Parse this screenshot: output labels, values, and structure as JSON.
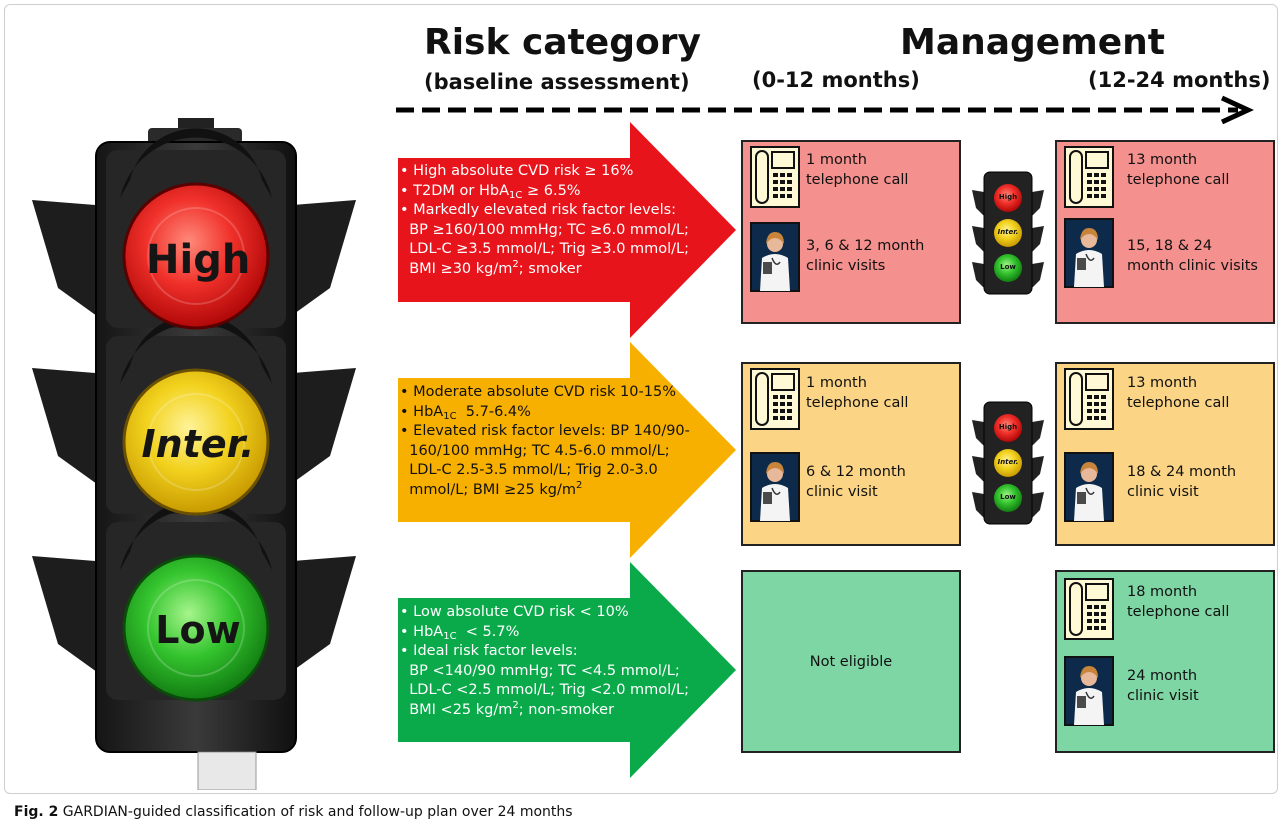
{
  "headers": {
    "risk_title": "Risk category",
    "risk_subtitle": "(baseline assessment)",
    "mgmt_title": "Management",
    "period1": "(0-12 months)",
    "period2": "(12-24 months)"
  },
  "traffic_light_labels": {
    "high": "High",
    "inter": "Inter.",
    "low": "Low"
  },
  "mini_light_labels": {
    "high": "High",
    "inter": "Inter.",
    "low": "Low"
  },
  "colors": {
    "red": "#e8141c",
    "amber": "#f8b000",
    "green": "#0aaa4a",
    "box_red": "#f4908e",
    "box_amber": "#fbd585",
    "box_green": "#7fd6a5"
  },
  "categories": {
    "high": {
      "line1": "High absolute CVD risk ≥ 16%",
      "line2_a": "T2DM or HbA",
      "line2_sub": "1C",
      "line2_b": "≥ 6.5%",
      "line3": "Markedly elevated risk factor levels:",
      "line4": "BP ≥160/100 mmHg; TC ≥6.0 mmol/L;",
      "line5": "LDL-C ≥3.5 mmol/L; Trig ≥3.0 mmol/L;",
      "line6_a": "BMI ≥30 kg/m",
      "line6_sup": "2",
      "line6_b": "; smoker"
    },
    "inter": {
      "line1": "Moderate absolute CVD risk 10-15%",
      "line2_a": "HbA",
      "line2_sub": "1C",
      "line2_b": "5.7-6.4%",
      "line3": "Elevated risk factor levels: BP 140/90-",
      "line4": "160/100 mmHg; TC 4.5-6.0 mmol/L;",
      "line5": "LDL-C 2.5-3.5 mmol/L; Trig 2.0-3.0",
      "line6_a": "mmol/L; BMI ≥25 kg/m",
      "line6_sup": "2"
    },
    "low": {
      "line1": "Low absolute CVD risk < 10%",
      "line2_a": "HbA",
      "line2_sub": "1C",
      "line2_b": "< 5.7%",
      "line3": "Ideal risk factor levels:",
      "line4": "BP <140/90 mmHg; TC <4.5 mmol/L;",
      "line5": "LDL-C <2.5 mmol/L; Trig <2.0 mmol/L;",
      "line6_a": "BMI <25 kg/m",
      "line6_sup": "2",
      "line6_b": "; non-smoker"
    }
  },
  "management": {
    "high_p1_call": [
      "1 month",
      "telephone call"
    ],
    "high_p1_visit": [
      "3, 6 & 12 month",
      "clinic visits"
    ],
    "high_p2_call": [
      "13 month",
      "telephone call"
    ],
    "high_p2_visit": [
      "15, 18 & 24",
      "month clinic visits"
    ],
    "inter_p1_call": [
      "1 month",
      "telephone call"
    ],
    "inter_p1_visit": [
      "6 & 12 month",
      "clinic visit"
    ],
    "inter_p2_call": [
      "13 month",
      "telephone call"
    ],
    "inter_p2_visit": [
      "18 & 24 month",
      "clinic visit"
    ],
    "low_p1": "Not eligible",
    "low_p2_call": [
      "18 month",
      "telephone call"
    ],
    "low_p2_visit": [
      "24 month",
      "clinic visit"
    ]
  },
  "caption": {
    "label": "Fig. 2",
    "text": "GARDIAN-guided classification of risk and follow-up plan over 24 months"
  }
}
